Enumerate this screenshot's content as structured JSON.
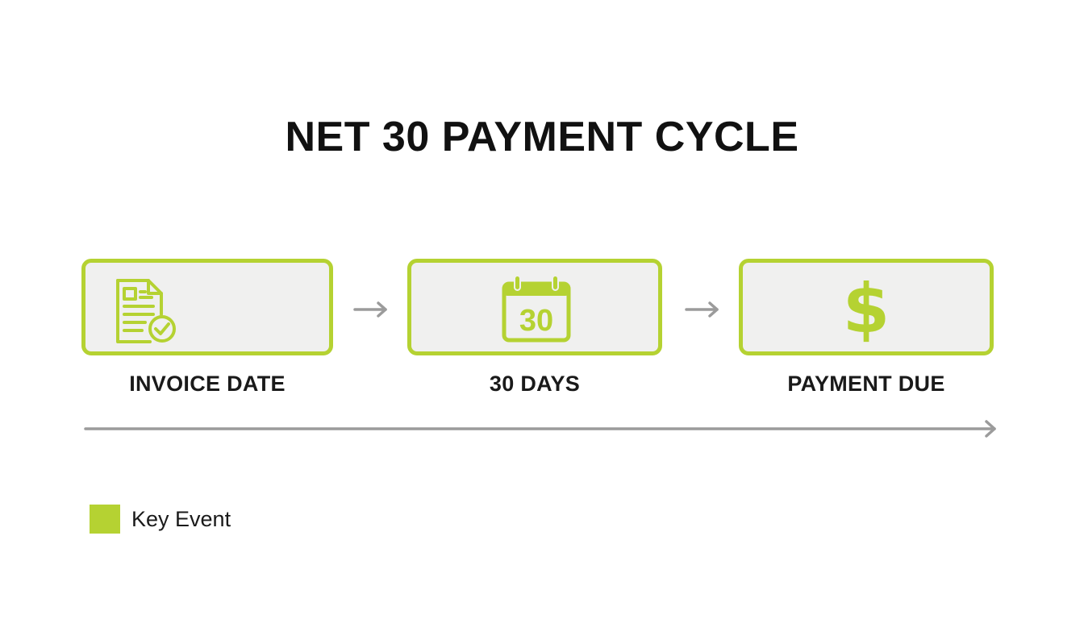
{
  "title": "NET 30 PAYMENT CYCLE",
  "steps": [
    {
      "label": "INVOICE DATE",
      "icon": "invoice-check-icon"
    },
    {
      "label": "30 DAYS",
      "icon": "calendar-icon",
      "calendar_number": "30"
    },
    {
      "label": "PAYMENT DUE",
      "icon": "dollar-icon",
      "icon_glyph": "$"
    }
  ],
  "legend": {
    "label": "Key Event",
    "color": "#b5d232"
  },
  "colors": {
    "accent": "#b5d232",
    "box_fill": "#f0f0ef",
    "arrow": "#9b9b9b",
    "text": "#111111"
  }
}
